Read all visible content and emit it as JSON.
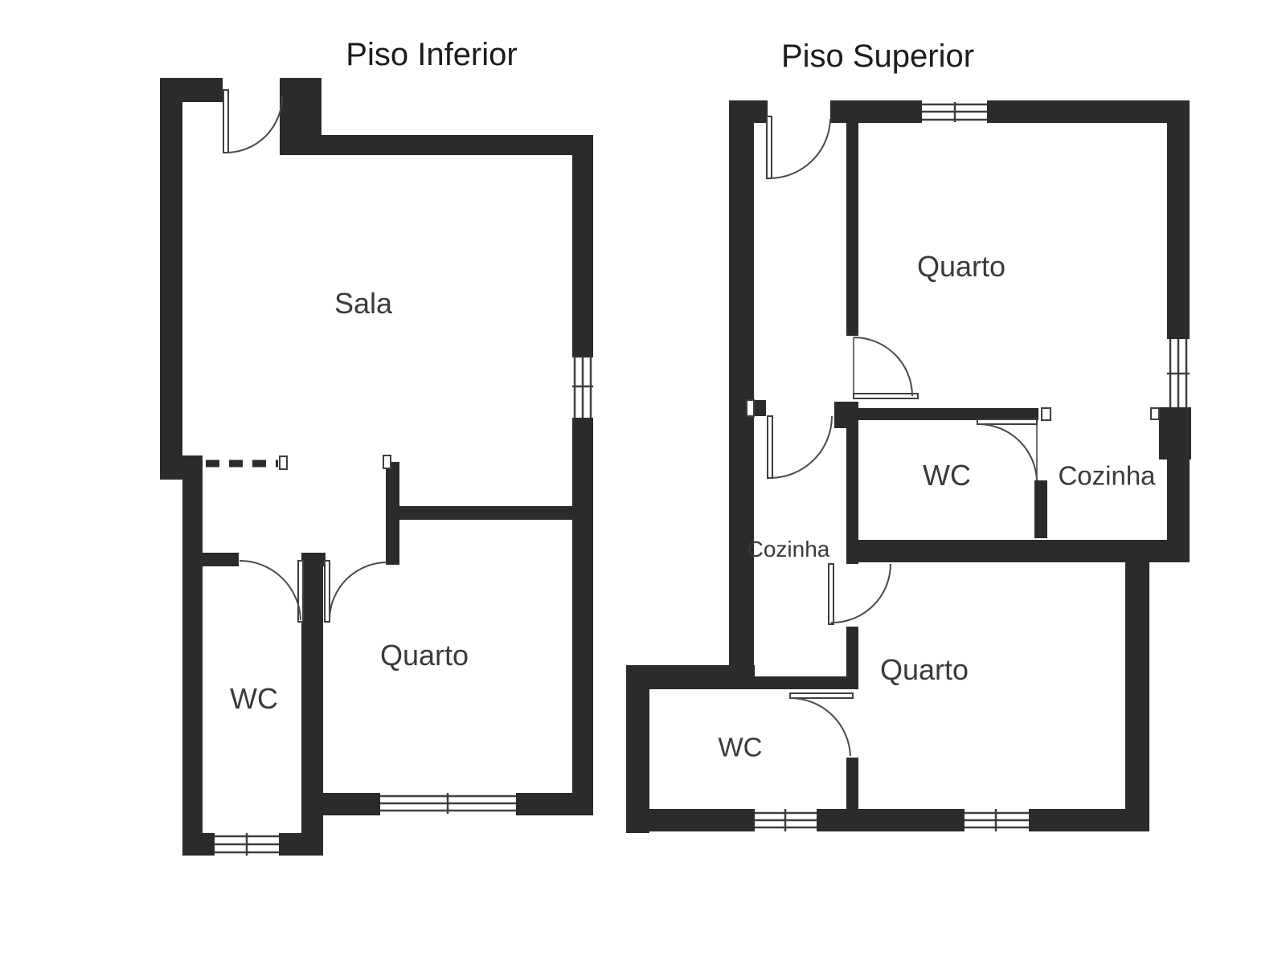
{
  "floor_plan": {
    "lower": {
      "title": "Piso Inferior",
      "rooms": {
        "sala": "Sala",
        "quarto": "Quarto",
        "wc": "WC"
      }
    },
    "upper": {
      "title": "Piso Superior",
      "rooms": {
        "quarto_top": "Quarto",
        "wc_mid": "WC",
        "cozinha_right": "Cozinha",
        "cozinha_left": "Cozinha",
        "quarto_bottom": "Quarto",
        "wc_bottom": "WC"
      }
    },
    "colors": {
      "wall": "#2b2b2b",
      "door_window_line": "#4a4a4a",
      "room_text": "#3a3a3a",
      "title_text": "#1c1c1c",
      "background": "#ffffff"
    }
  }
}
